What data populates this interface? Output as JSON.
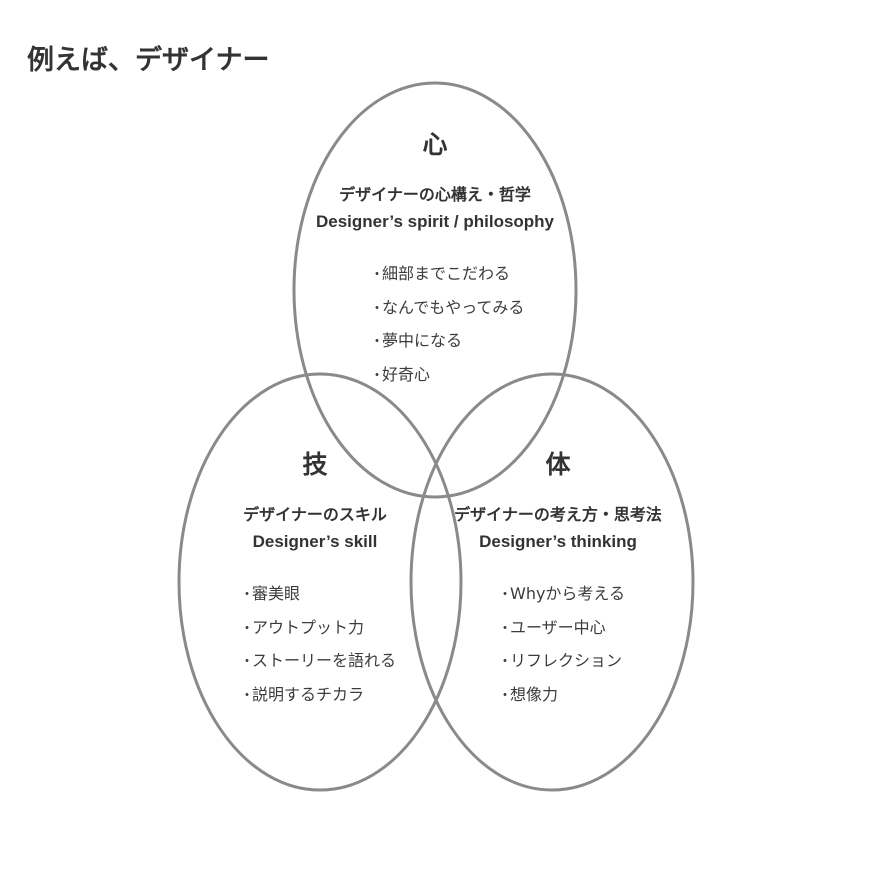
{
  "title": "例えば、デザイナー",
  "colors": {
    "text": "#333333",
    "circle_stroke": "#8a8a8a",
    "background": "#ffffff"
  },
  "circles": {
    "top": {
      "heading": "心",
      "subtitle_ja": "デザイナーの心構え・哲学",
      "subtitle_en": "Designer’s spirit / philosophy",
      "items": [
        {
          "bullet": "・",
          "label": "細部までこだわる"
        },
        {
          "bullet": "・",
          "label": "なんでもやってみる"
        },
        {
          "bullet": "・",
          "label": "夢中になる"
        },
        {
          "bullet": "・",
          "label": "好奇心"
        }
      ]
    },
    "left": {
      "heading": "技",
      "subtitle_ja": "デザイナーのスキル",
      "subtitle_en": "Designer’s skill",
      "items": [
        {
          "bullet": "・",
          "label": "審美眼"
        },
        {
          "bullet": "・",
          "label": "アウトプット力"
        },
        {
          "bullet": "・",
          "label": "ストーリーを語れる"
        },
        {
          "bullet": "・",
          "label": "説明するチカラ"
        }
      ]
    },
    "right": {
      "heading": "体",
      "subtitle_ja": "デザイナーの考え方・思考法",
      "subtitle_en": "Designer’s thinking",
      "items": [
        {
          "bullet": "・",
          "label": "Whyから考える"
        },
        {
          "bullet": "・",
          "label": "ユーザー中心"
        },
        {
          "bullet": "・",
          "label": "リフレクション"
        },
        {
          "bullet": "・",
          "label": "想像力"
        }
      ]
    }
  }
}
